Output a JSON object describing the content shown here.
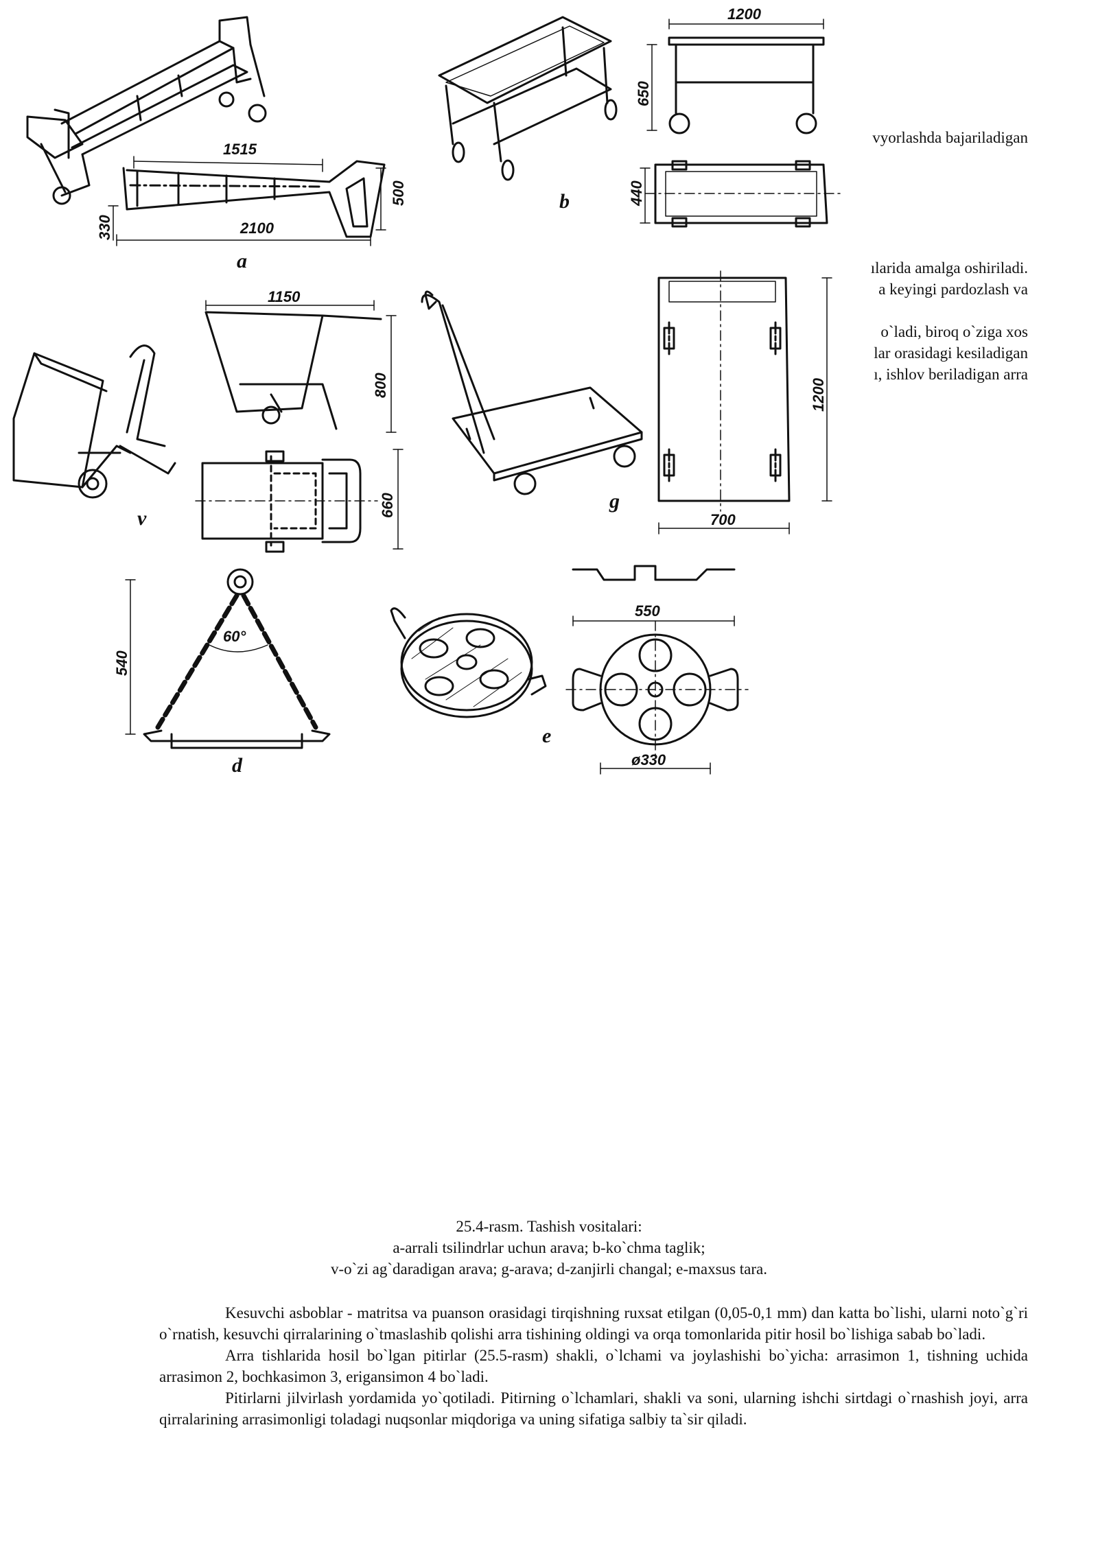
{
  "figure": {
    "labels": {
      "a": "a",
      "b": "b",
      "v": "v",
      "g": "g",
      "d": "d",
      "e": "e"
    },
    "dimensions": {
      "a_1515": "1515",
      "a_2100": "2100",
      "a_500": "500",
      "a_330": "330",
      "b_1200": "1200",
      "b_650": "650",
      "b_440": "440",
      "v_1150": "1150",
      "v_800": "800",
      "v_660": "660",
      "g_700": "700",
      "g_1200": "1200",
      "d_540": "540",
      "d_60": "60°",
      "e_550": "550",
      "e_330": "ø330"
    }
  },
  "right_fragments": [
    "vyorlashda bajariladigan",
    "ılarida amalga oshiriladi.",
    "a keyingi pardozlash va",
    "o`ladi, biroq o`ziga xos",
    "lar orasidagi kesiladigan",
    "ı, ishlov beriladigan arra"
  ],
  "caption": {
    "line1": "25.4-rasm. Tashish vositalari:",
    "line2": "a-arrali tsilindrlar uchun arava; b-ko`chma taglik;",
    "line3": "v-o`zi ag`daradigan arava; g-arava; d-zanjirli changal; e-maxsus tara."
  },
  "paragraphs": [
    "Kesuvchi asboblar - matritsa va puanson orasidagi tirqishning ruxsat etilgan (0,05-0,1 mm) dan katta bo`lishi, ularni noto`g`ri o`rnatish, kesuvchi qirralarining o`tmaslashib qolishi arra tishining oldingi va orqa tomonlarida pitir hosil bo`lishiga sabab bo`ladi.",
    "Arra tishlarida hosil bo`lgan pitirlar (25.5-rasm) shakli, o`lchami va joylashishi bo`yicha: arrasimon 1, tishning uchida arrasimon 2, bochkasimon 3, erigansimon 4 bo`ladi.",
    "Pitirlarni jilvirlash yordamida yo`qotiladi. Pitirning o`lchamlari, shakli va soni, ularning ishchi sirtdagi o`rnashish joyi, arra qirralarining arrasimonligi toladagi nuqsonlar miqdoriga va uning sifatiga salbiy ta`sir qiladi."
  ]
}
